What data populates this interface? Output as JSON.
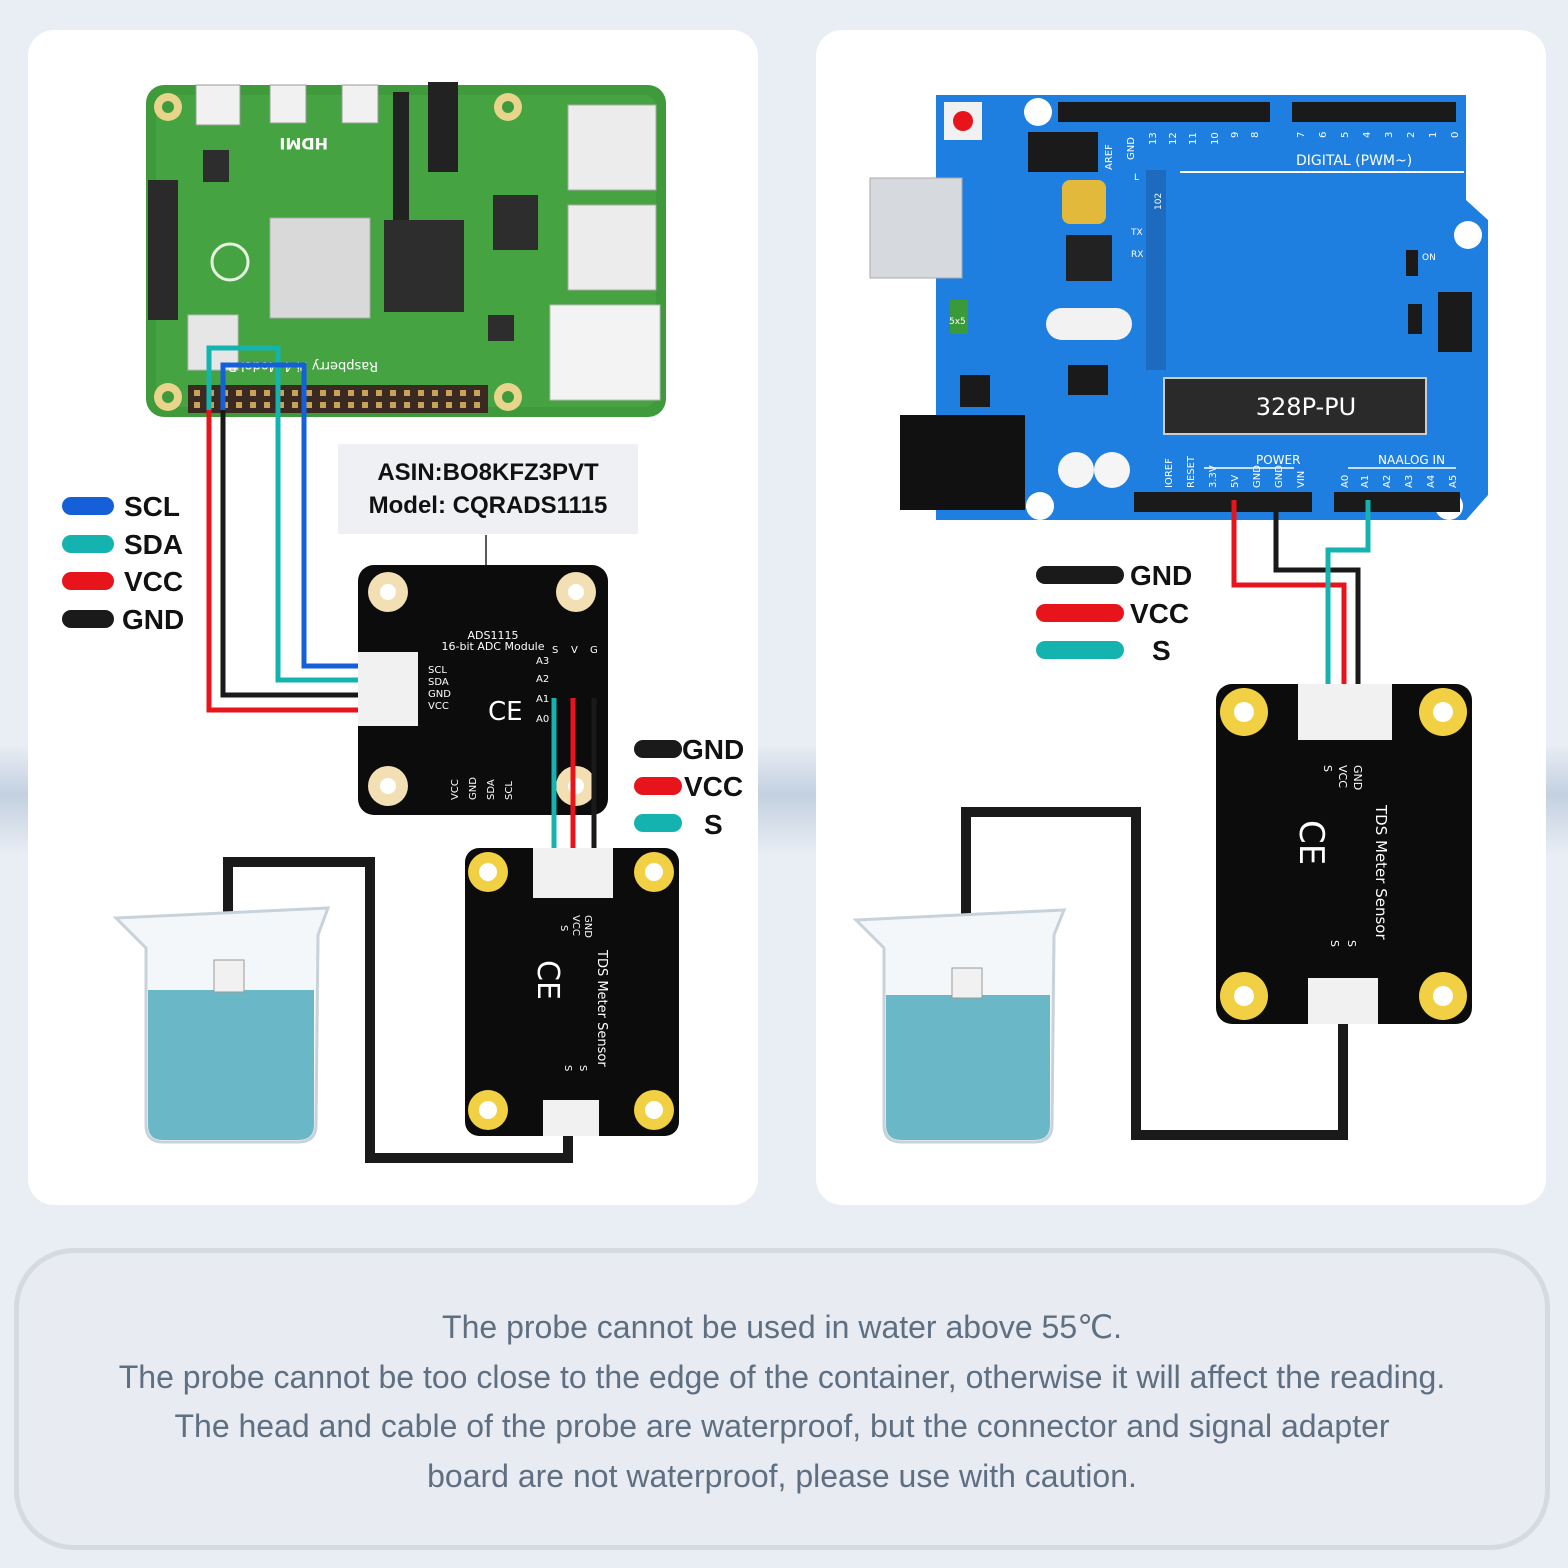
{
  "left": {
    "legend": [
      {
        "label": "SCL",
        "color": "#1560d8"
      },
      {
        "label": "SDA",
        "color": "#15b3b0"
      },
      {
        "label": "VCC",
        "color": "#e8141c"
      },
      {
        "label": "GND",
        "color": "#1a1a1a"
      }
    ],
    "asin_line1": "ASIN:BO8KFZ3PVT",
    "asin_line2": "Model: CQRADS1115",
    "pi_board_label": "Raspberry Pi 4 Model B",
    "pi_hdmi": "HDMI",
    "adc_title": "ADS1115",
    "adc_subtitle": "16-bit ADC Module",
    "adc_pins_left": [
      "SCL",
      "SDA",
      "GND",
      "VCC"
    ],
    "adc_channels": [
      "A3",
      "A2",
      "A1",
      "A0"
    ],
    "adc_cols": [
      "S",
      "V",
      "G"
    ],
    "adc_bottom_pins": [
      "VCC",
      "GND",
      "SDA",
      "SCL"
    ],
    "sensor_legend": [
      {
        "label": "GND",
        "color": "#1a1a1a"
      },
      {
        "label": "VCC",
        "color": "#e8141c"
      },
      {
        "label": "S",
        "color": "#15b3b0"
      }
    ],
    "tds_label": "TDS Meter Sensor",
    "tds_pins": [
      "S",
      "VCC",
      "GND"
    ],
    "tds_probe_pins": [
      "S",
      "S"
    ]
  },
  "right": {
    "legend": [
      {
        "label": "GND",
        "color": "#1a1a1a"
      },
      {
        "label": "VCC",
        "color": "#e8141c"
      },
      {
        "label": "S",
        "color": "#15b3b0"
      }
    ],
    "chip_label": "328P-PU",
    "digital_label": "DIGITAL (PWM~)",
    "power_label": "POWER",
    "analog_label": "NAALOG IN",
    "digital_pins": [
      "AREF",
      "GND",
      "13",
      "12",
      "11",
      "10",
      "9",
      "8",
      "7",
      "6",
      "5",
      "4",
      "3",
      "2",
      "1",
      "0"
    ],
    "power_pins": [
      "IOREF",
      "RESET",
      "3.3V",
      "5V",
      "GND",
      "GND",
      "VIN"
    ],
    "analog_pins": [
      "A0",
      "A1",
      "A2",
      "A3",
      "A4",
      "A5"
    ],
    "small_labels": {
      "l": "L",
      "tx": "TX",
      "rx": "RX",
      "on": "ON",
      "res": "102",
      "cap": "5x5"
    },
    "tds_label": "TDS Meter Sensor",
    "tds_pins": [
      "S",
      "VCC",
      "GND"
    ],
    "tds_probe_pins": [
      "S",
      "S"
    ]
  },
  "note": {
    "lines": [
      "The probe cannot be used in water above 55℃.",
      "The probe cannot be too close to the edge of the container, otherwise it will affect the reading.",
      "The head and cable of the probe are waterproof, but the connector and signal adapter",
      "board are not waterproof, please use with caution."
    ]
  }
}
